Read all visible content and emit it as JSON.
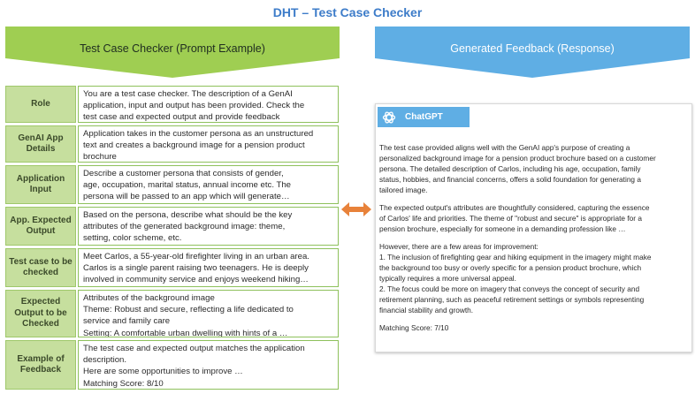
{
  "title": "DHT – Test Case Checker",
  "left_header": "Test Case Checker (Prompt Example)",
  "right_header": "Generated Feedback (Response)",
  "rows": [
    {
      "label": "Role",
      "lines": [
        "You are a test case checker.  The description of a GenAI",
        "application, input and output has been provided.  Check the",
        "test case and expected output and provide feedback"
      ]
    },
    {
      "label": "GenAI App Details",
      "lines": [
        "Application takes in the customer persona as an unstructured",
        "text and creates a background image for a pension product",
        "brochure"
      ]
    },
    {
      "label": "Application Input",
      "lines": [
        "Describe a customer persona that consists of gender,",
        "age, occupation, marital status, annual income etc.  The",
        "persona will be passed to an app which will generate…"
      ]
    },
    {
      "label": "App. Expected Output",
      "lines": [
        "Based on the persona, describe what should be the key",
        "attributes of the generated background image: theme,",
        "setting, color scheme,  etc."
      ]
    },
    {
      "label": "Test case to be checked",
      "lines": [
        "Meet Carlos, a 55-year-old firefighter living in an urban area.",
        "Carlos is a single parent raising two teenagers.  He is deeply",
        "involved in community service and enjoys weekend  hiking…"
      ]
    },
    {
      "label": "Expected Output to be Checked",
      "lines": [
        "Attributes of the background image",
        "Theme: Robust and secure, reflecting a life dedicated to",
        "service and family care",
        "Setting: A comfortable urban dwelling with hints of a …"
      ]
    },
    {
      "label": "Example of Feedback",
      "lines": [
        "The test case and expected output matches the application",
        "description.",
        "Here are some opportunities to improve …",
        "Matching Score: 8/10"
      ]
    }
  ],
  "response": {
    "model_name": "ChatGPT",
    "logo_icon": "openai-logo-icon",
    "paragraphs": [
      [
        "The test case provided aligns well with the GenAI app's purpose of creating a",
        "personalized background image for a pension product brochure based on a customer",
        "persona. The detailed description of Carlos, including his age, occupation, family",
        "status, hobbies, and financial concerns, offers a solid foundation for generating a",
        "tailored image."
      ],
      [
        "The expected output's attributes are thoughtfully considered, capturing the essence",
        "of Carlos' life and priorities. The theme of \"robust and secure\" is appropriate for a",
        "pension brochure,  especially for someone in a demanding profession like …"
      ],
      [
        "However, there are a few areas for improvement:",
        "1. The inclusion of firefighting gear and hiking equipment in the imagery might make",
        "the background too busy or overly specific for a pension product brochure,  which",
        "typically requires a more universal appeal.",
        "2. The focus could be more on imagery that conveys the concept of security and",
        "retirement planning, such as peaceful retirement settings or symbols representing",
        "financial stability and growth."
      ],
      [
        "Matching Score: 7/10"
      ]
    ]
  },
  "colors": {
    "green_banner": "#9fce52",
    "blue_banner": "#5faee4",
    "label_bg": "#c6df9e",
    "arrow": "#e8823a",
    "title": "#3d7cc9"
  }
}
